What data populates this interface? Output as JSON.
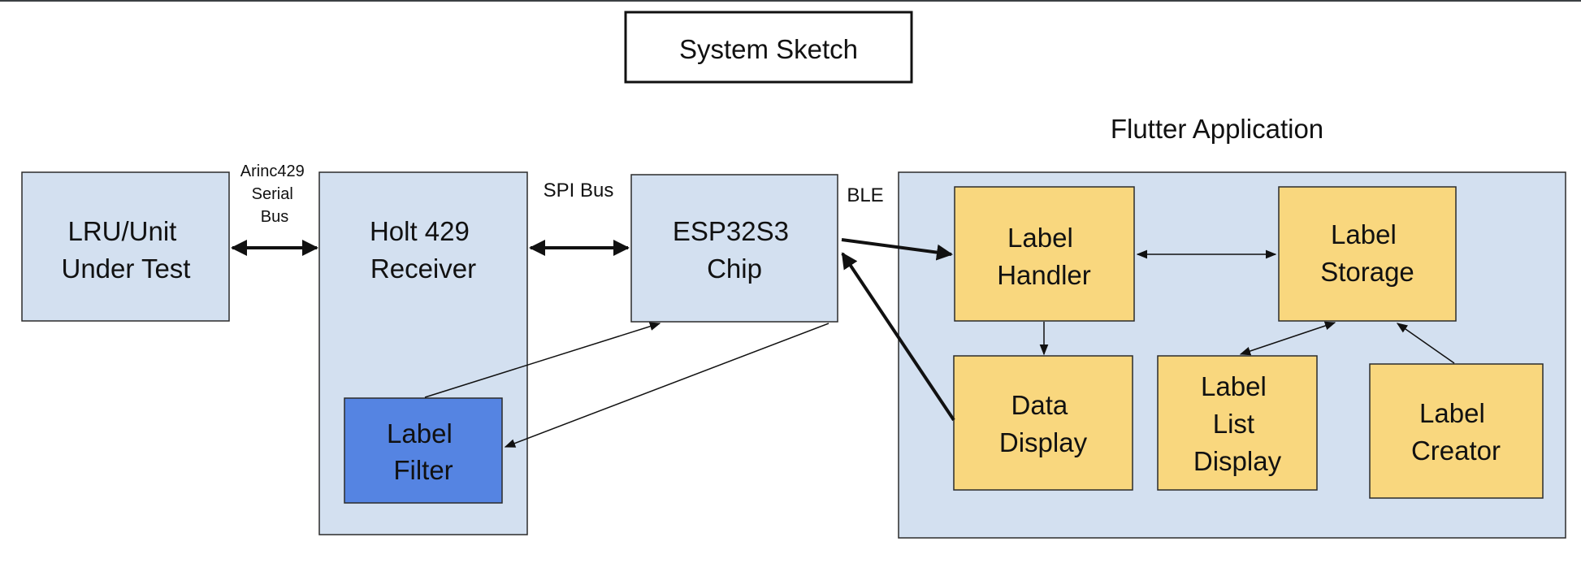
{
  "title": "System Sketch",
  "group_title": "Flutter Application",
  "nodes": {
    "lru": [
      "LRU/Unit",
      "Under Test"
    ],
    "holt": [
      "Holt 429",
      "Receiver"
    ],
    "label_filter": [
      "Label",
      "Filter"
    ],
    "esp32": [
      "ESP32S3",
      "Chip"
    ],
    "label_handler": [
      "Label",
      "Handler"
    ],
    "label_storage": [
      "Label",
      "Storage"
    ],
    "data_display": [
      "Data",
      "Display"
    ],
    "label_list_display": [
      "Label",
      "List",
      "Display"
    ],
    "label_creator": [
      "Label",
      "Creator"
    ]
  },
  "edge_labels": {
    "arinc": [
      "Arinc429",
      "Serial",
      "Bus"
    ],
    "spi": "SPI Bus",
    "ble": "BLE"
  },
  "colors": {
    "container": "#d3e0f0",
    "module": "#f9d77e",
    "filter": "#5584e2"
  }
}
